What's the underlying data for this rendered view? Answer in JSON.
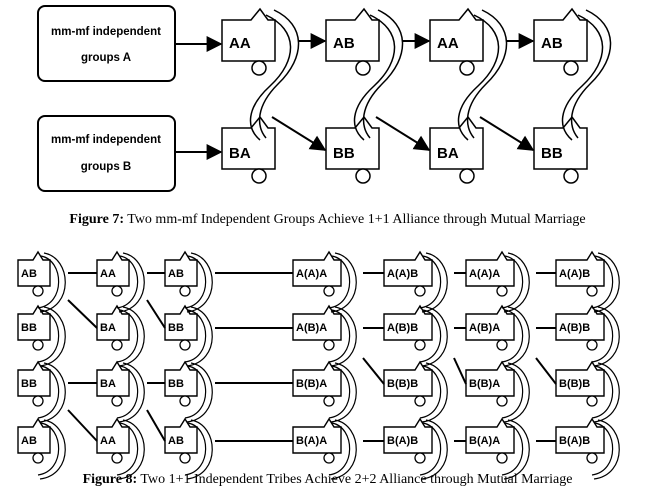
{
  "figure7": {
    "group_a": [
      "mm-mf independent",
      "groups A"
    ],
    "group_b": [
      "mm-mf independent",
      "groups B"
    ],
    "top_row": [
      "AA",
      "AB",
      "AA",
      "AB"
    ],
    "bottom_row": [
      "BA",
      "BB",
      "BA",
      "BB"
    ],
    "caption_label": "Figure 7:",
    "caption_text": " Two mm-mf Independent Groups Achieve 1+1 Alliance through Mutual Marriage"
  },
  "figure8": {
    "left_columns": [
      [
        "AB",
        "BB",
        "BB",
        "AB"
      ],
      [
        "AA",
        "BA",
        "BA",
        "AA"
      ],
      [
        "AB",
        "BB",
        "BB",
        "AB"
      ]
    ],
    "right_columns": [
      [
        "A(A)A",
        "A(B)A",
        "B(B)A",
        "B(A)A"
      ],
      [
        "A(A)B",
        "A(B)B",
        "B(B)B",
        "B(A)B"
      ],
      [
        "A(A)A",
        "A(B)A",
        "B(B)A",
        "B(A)A"
      ],
      [
        "A(A)B",
        "A(B)B",
        "B(B)B",
        "B(A)B"
      ]
    ],
    "caption_label": "Figure 8:",
    "caption_text": " Two 1+1 Independent Tribes Achieve 2+2 Alliance through Mutual Marriage"
  }
}
